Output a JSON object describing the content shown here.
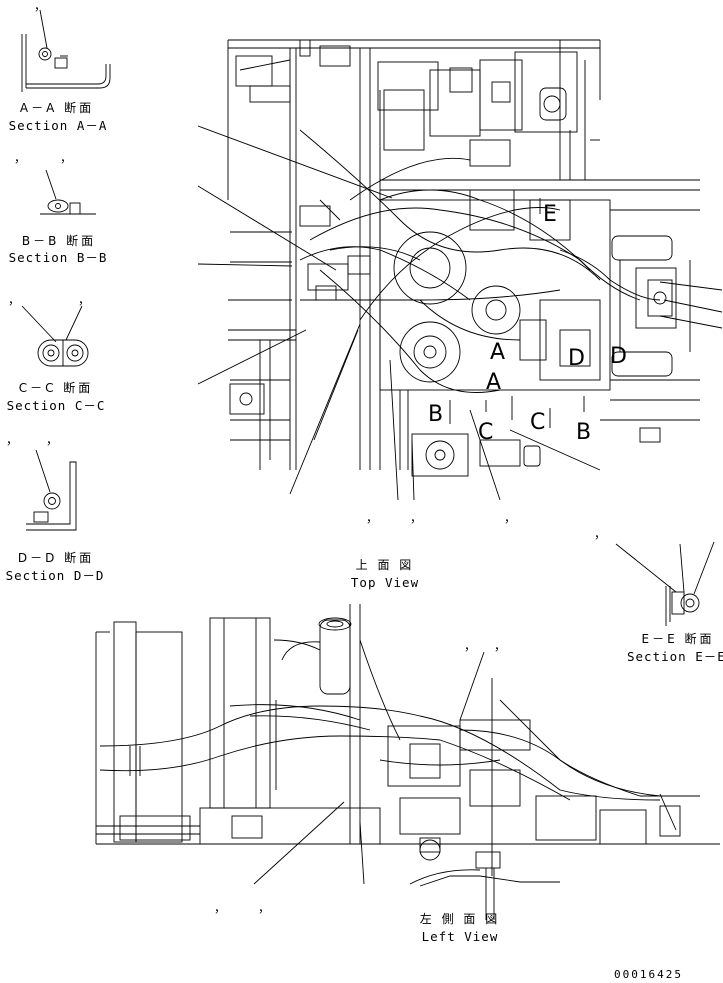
{
  "sections": {
    "a": {
      "jp": "A－A 断面",
      "en": "Section A－A"
    },
    "b": {
      "jp": "B－B 断面",
      "en": "Section B－B"
    },
    "c": {
      "jp": "C－C 断面",
      "en": "Section C－C"
    },
    "d": {
      "jp": "D－D 断面",
      "en": "Section D－D"
    },
    "e": {
      "jp": "E－E 断面",
      "en": "Section E－E"
    }
  },
  "views": {
    "top": {
      "jp": "上 面 図",
      "en": "Top View"
    },
    "left": {
      "jp": "左 側 面 図",
      "en": "Left View"
    }
  },
  "callout_letters": {
    "e": "E",
    "a1": "A",
    "a2": "A",
    "d1": "D",
    "d2": "D",
    "b1": "B",
    "b2": "B",
    "c1": "C",
    "c2": "C"
  },
  "comma": "，",
  "part_number": "00016425"
}
